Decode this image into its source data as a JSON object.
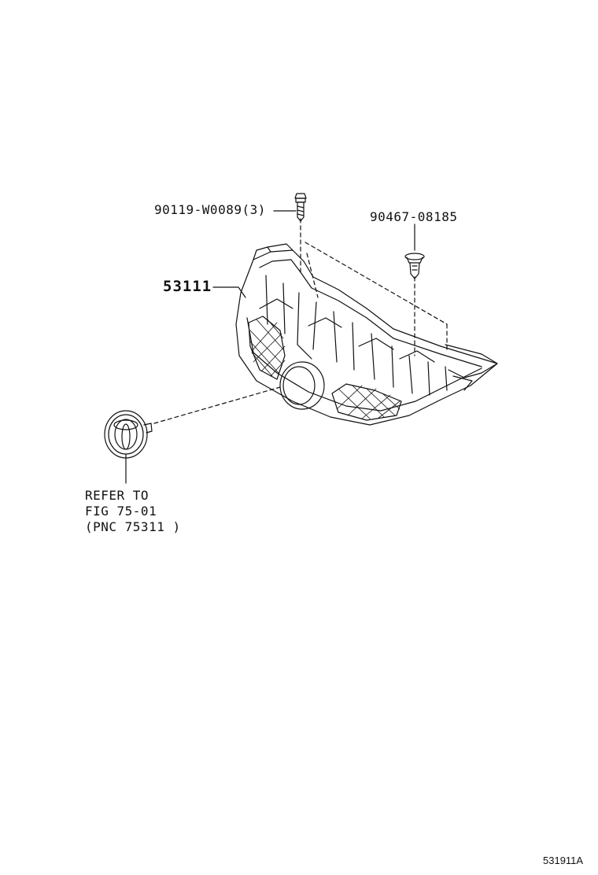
{
  "parts": {
    "bolt": {
      "number": "90119-W0089",
      "qty": "(3)"
    },
    "clip": {
      "number": "90467-08185"
    },
    "grille": {
      "number": "53111"
    },
    "emblem_ref": {
      "line1": "REFER TO",
      "line2": "FIG 75-01",
      "line3": "(PNC 75311 )"
    }
  },
  "figure_code": "531911A",
  "colors": {
    "line": "#111111",
    "background": "#ffffff"
  }
}
